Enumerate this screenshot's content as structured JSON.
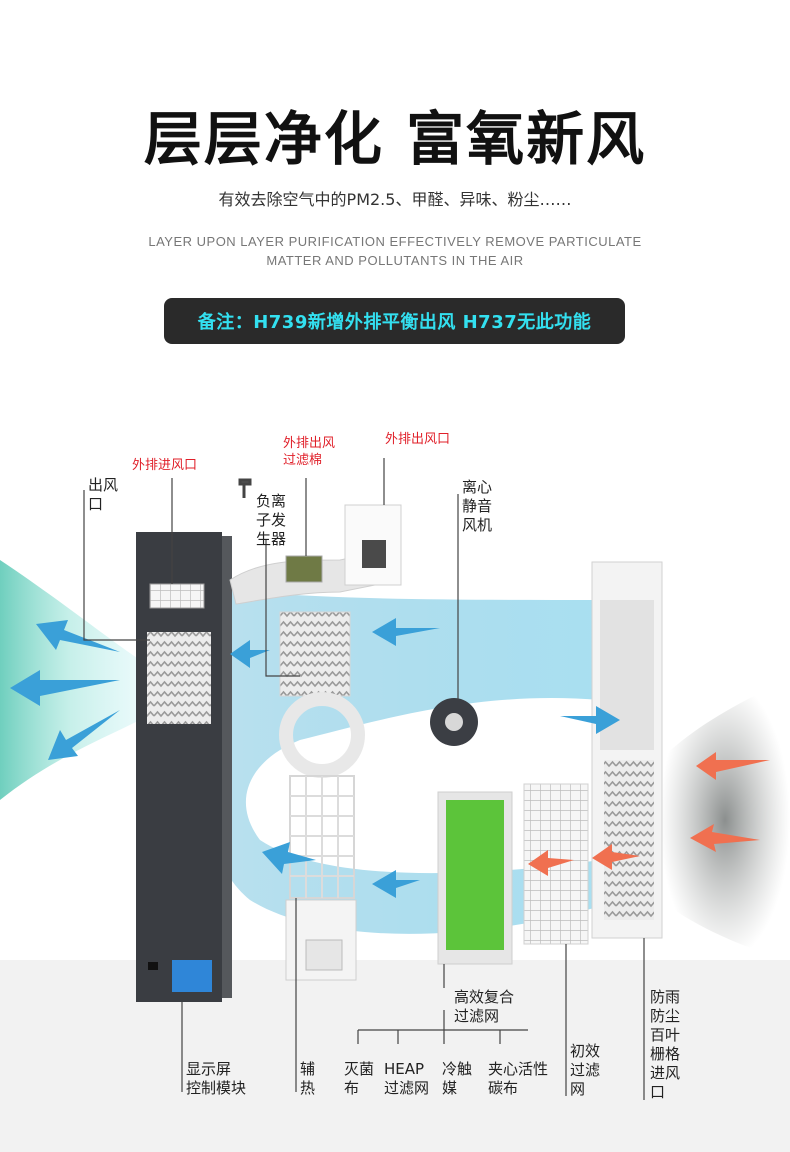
{
  "headline": "层层净化  富氧新风",
  "subline": "有效去除空气中的PM2.5、甲醛、异味、粉尘……",
  "english": {
    "line1": "LAYER UPON LAYER PURIFICATION  EFFECTIVELY REMOVE  PARTICULATE",
    "line2": "MATTER AND POLLUTANTS IN THE AIR"
  },
  "note": "备注：H739新增外排平衡出风   H737无此功能",
  "labels": {
    "exhaust_inlet": "外排进风口",
    "exhaust_outlet_cotton": "外排出风\n过滤棉",
    "exhaust_outlet": "外排出风口",
    "air_outlet": "出风\n口",
    "anion_generator": "负离\n子发\n生器",
    "centrifugal_fan": "离心\n静音\n风机",
    "display_module": "显示屏\n控制模块",
    "aux_heat": "辅\n热",
    "sterilize_cloth": "灭菌\n布",
    "heap_filter": "HEAP\n过滤网",
    "cold_catalyst": "冷触\n媒",
    "carbon_cloth": "夹心活性\n碳布",
    "composite_filter": "高效复合\n过滤网",
    "primary_filter": "初效\n过滤\n网",
    "louver": "防雨\n防尘\n百叶\n栅格\n进风\n口"
  },
  "colors": {
    "note_text": "#33e0f0",
    "label_red": "#e0202a",
    "flow_teal": "#5fd0c0",
    "flow_blue": "#48a8d8",
    "arrow_orange": "#f07050",
    "panel_dark": "#3a3d42",
    "filter_green": "#5cc43a"
  },
  "icons": {
    "arrows": "flow-arrow-icon",
    "fan": "fan-icon"
  }
}
